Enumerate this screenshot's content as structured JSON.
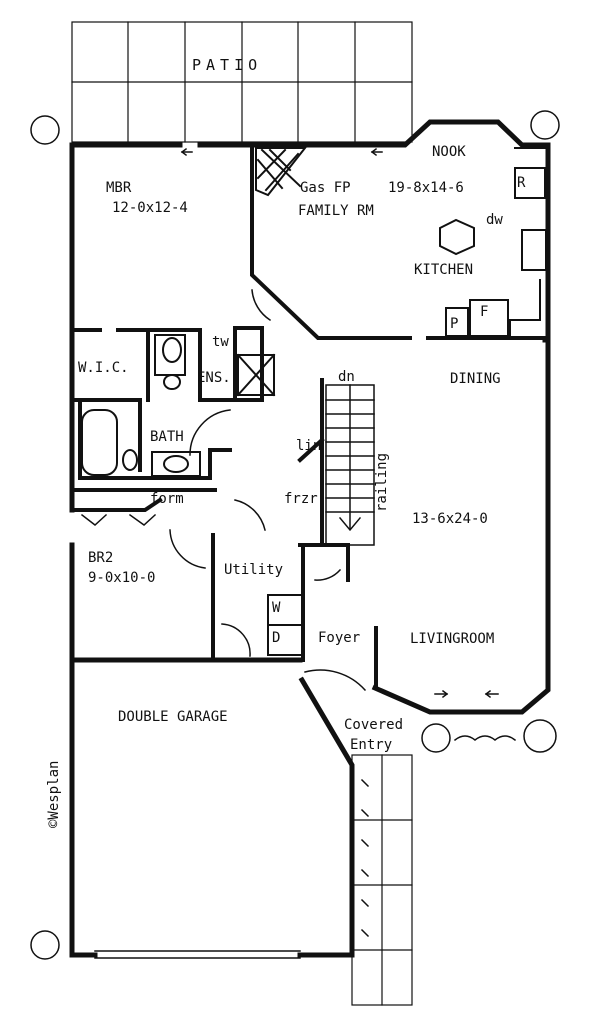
{
  "rooms": {
    "patio": "PATIO",
    "nook": "NOOK",
    "mbr_name": "MBR",
    "mbr_size": "12-0x12-4",
    "gas_fp": "Gas FP",
    "family_size": "19-8x14-6",
    "family_name": "FAMILY RM",
    "kitchen": "KITCHEN",
    "dw": "dw",
    "fridge": "R",
    "pantry": "P",
    "freezer_box": "F",
    "tw": "tw",
    "wic": "W.I.C.",
    "ens": "ENS.",
    "dining": "DINING",
    "dn": "dn",
    "bath": "BATH",
    "lin": "lin",
    "railing": "railing",
    "form": "form",
    "frzr": "frzr",
    "living_size": "13-6x24-0",
    "br2_name": "BR2",
    "br2_size": "9-0x10-0",
    "utility": "Utility",
    "washer": "W",
    "dryer": "D",
    "foyer": "Foyer",
    "livingroom": "LIVINGROOM",
    "garage": "DOUBLE GARAGE",
    "covered": "Covered",
    "entry": "Entry"
  },
  "copyright": "©Wesplan"
}
